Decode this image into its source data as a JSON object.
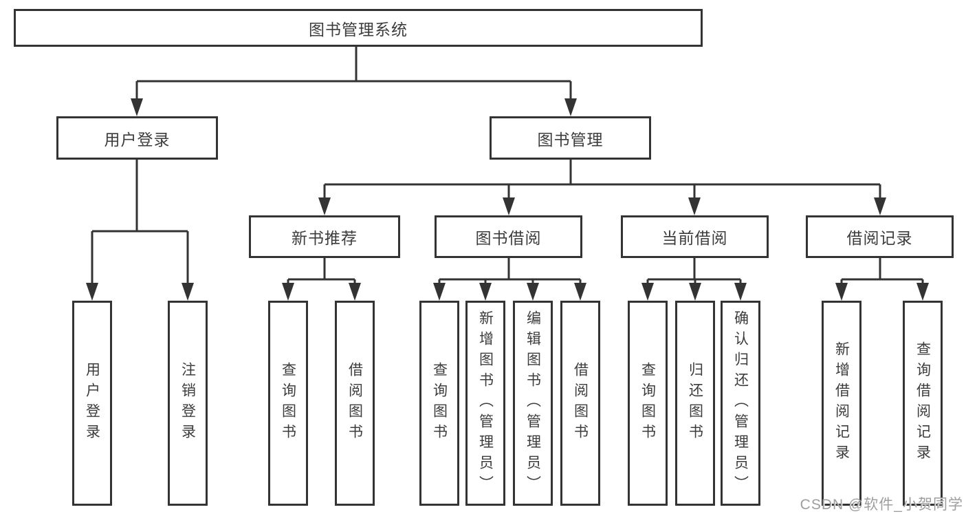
{
  "watermark": "CSDN @软件_小贺同学",
  "colors": {
    "line": "#333333",
    "box_border": "#333333",
    "text": "#3c3c3c",
    "watermark": "#9e9e9e",
    "background": "#ffffff"
  },
  "diagram": {
    "root": {
      "label": "图书管理系统"
    },
    "level2": [
      {
        "label": "用户登录"
      },
      {
        "label": "图书管理"
      }
    ],
    "level3": [
      {
        "label": "新书推荐",
        "parent": "图书管理"
      },
      {
        "label": "图书借阅",
        "parent": "图书管理"
      },
      {
        "label": "当前借阅",
        "parent": "图书管理"
      },
      {
        "label": "借阅记录",
        "parent": "图书管理"
      }
    ],
    "leaves": [
      {
        "parent": "用户登录",
        "label": "用户登录"
      },
      {
        "parent": "用户登录",
        "label": "注销登录"
      },
      {
        "parent": "新书推荐",
        "label": "查询图书"
      },
      {
        "parent": "新书推荐",
        "label": "借阅图书"
      },
      {
        "parent": "图书借阅",
        "label": "查询图书"
      },
      {
        "parent": "图书借阅",
        "label": "新增图书（管理员）"
      },
      {
        "parent": "图书借阅",
        "label": "编辑图书（管理员）"
      },
      {
        "parent": "图书借阅",
        "label": "借阅图书"
      },
      {
        "parent": "当前借阅",
        "label": "查询图书"
      },
      {
        "parent": "当前借阅",
        "label": "归还图书"
      },
      {
        "parent": "当前借阅",
        "label": "确认归还（管理员）"
      },
      {
        "parent": "借阅记录",
        "label": "新增借阅记录"
      },
      {
        "parent": "借阅记录",
        "label": "查询借阅记录"
      }
    ]
  }
}
